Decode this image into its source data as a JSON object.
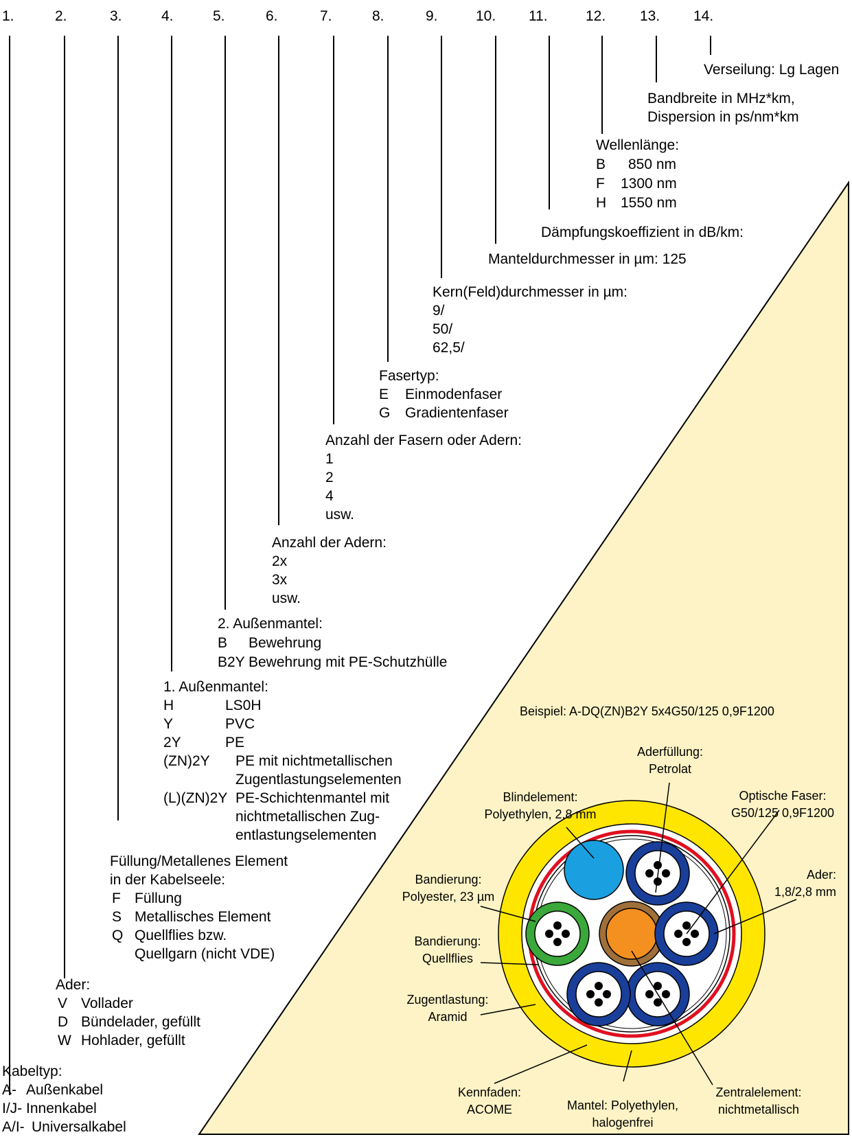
{
  "positions": [
    "1.",
    "2.",
    "3.",
    "4.",
    "5.",
    "6.",
    "7.",
    "8.",
    "9.",
    "10.",
    "11.",
    "12.",
    "13.",
    "14."
  ],
  "fields": {
    "f14": {
      "title": "Verseilung: Lg Lagen"
    },
    "f13": {
      "line1": "Bandbreite in MHz*km,",
      "line2": "Dispersion in ps/nm*km"
    },
    "f12": {
      "title": "Wellenlänge:",
      "rows": [
        {
          "code": "B",
          "value": "850 nm"
        },
        {
          "code": "F",
          "value": "1300 nm"
        },
        {
          "code": "H",
          "value": "1550 nm"
        }
      ]
    },
    "f11": {
      "title": "Dämpfungskoeffizient in dB/km:"
    },
    "f10": {
      "title": "Manteldurchmesser in µm: 125"
    },
    "f9": {
      "title": "Kern(Feld)durchmesser in µm:",
      "values": [
        "9/",
        "50/",
        "62,5/"
      ]
    },
    "f8": {
      "title": "Fasertyp:",
      "rows": [
        {
          "code": "E",
          "value": "Einmodenfaser"
        },
        {
          "code": "G",
          "value": "Gradientenfaser"
        }
      ]
    },
    "f7": {
      "title": "Anzahl der Fasern oder Adern:",
      "values": [
        "1",
        "2",
        "4",
        "usw."
      ]
    },
    "f6": {
      "title": "Anzahl der Adern:",
      "values": [
        "2x",
        "3x",
        "usw."
      ]
    },
    "f5": {
      "title": "2. Außenmantel:",
      "rows": [
        {
          "code": "B",
          "value": "Bewehrung"
        },
        {
          "code": "B2Y",
          "value": "Bewehrung mit PE-Schutzhülle"
        }
      ]
    },
    "f4": {
      "title": "1. Außenmantel:",
      "rows": [
        {
          "code": "H",
          "value": "LS0H"
        },
        {
          "code": "Y",
          "value": "PVC"
        },
        {
          "code": "2Y",
          "value": "PE"
        },
        {
          "code": "(ZN)2Y",
          "value": "PE mit nichtmetallischen",
          "value2": "Zugentlastungselementen"
        },
        {
          "code": "(L)(ZN)2Y",
          "value": "PE-Schichtenmantel mit",
          "value2": "nichtmetallischen Zug-",
          "value3": "entlastungselementen"
        }
      ]
    },
    "f3": {
      "title": "Füllung/Metallenes Element",
      "title2": "in der Kabelseele:",
      "rows": [
        {
          "code": "F",
          "value": "Füllung"
        },
        {
          "code": "S",
          "value": "Metallisches Element"
        },
        {
          "code": "Q",
          "value": "Quellflies bzw.",
          "value2": "Quellgarn (nicht VDE)"
        }
      ]
    },
    "f2": {
      "title": "Ader:",
      "rows": [
        {
          "code": "V",
          "value": "Vollader"
        },
        {
          "code": "D",
          "value": "Bündelader, gefüllt"
        },
        {
          "code": "W",
          "value": "Hohlader, gefüllt"
        }
      ]
    },
    "f1": {
      "title": "Kabeltyp:",
      "rows": [
        {
          "code": "A-",
          "value": "Außenkabel"
        },
        {
          "code": "I/J-",
          "value": "Innenkabel"
        },
        {
          "code": "A/I-",
          "value": "Universalkabel"
        }
      ]
    }
  },
  "example": {
    "caption": "Beispiel: A-DQ(ZN)B2Y 5x4G50/125 0,9F1200",
    "labels": {
      "aderfuellung": [
        "Aderfüllung:",
        "Petrolat"
      ],
      "blindelement": [
        "Blindelement:",
        "Polyethylen, 2,8 mm"
      ],
      "optische_faser": [
        "Optische Faser:",
        "G50/125 0,9F1200"
      ],
      "ader": [
        "Ader:",
        "1,8/2,8 mm"
      ],
      "bandierung_polyester": [
        "Bandierung:",
        "Polyester, 23 µm"
      ],
      "bandierung_quellflies": [
        "Bandierung:",
        "Quellflies"
      ],
      "zugentlastung": [
        "Zugentlastung:",
        "Aramid"
      ],
      "kennfaden": [
        "Kennfaden:",
        "ACOME"
      ],
      "mantel": [
        "Mantel: Polyethylen,",
        "halogenfrei"
      ],
      "zentralelement": [
        "Zentralelement:",
        "nichtmetallisch"
      ]
    }
  },
  "colors": {
    "panel": "#fdf3c6",
    "jacket": "#ffe600",
    "ripcord_red": "#e01020",
    "tube_blue": "#1a3f9a",
    "blind_element": "#1aa0e0",
    "central_element": "#f39020",
    "central_ring": "#a0703a",
    "green_tube": "#3aa83a"
  }
}
